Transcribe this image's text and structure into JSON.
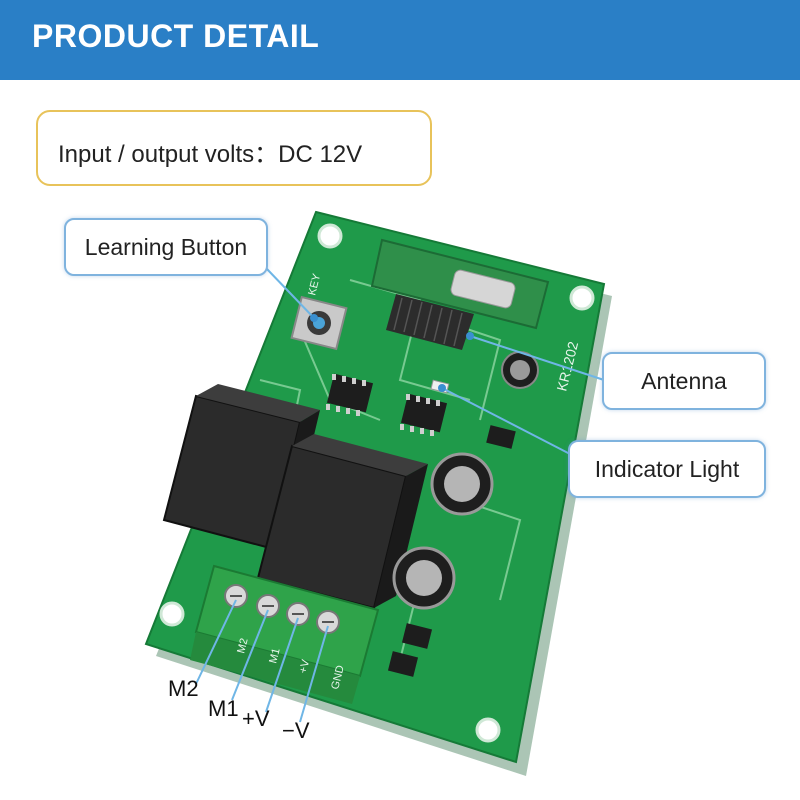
{
  "header": {
    "title": "PRODUCT DETAIL",
    "background": "#2a7fc6"
  },
  "spec": {
    "text": "Input / output volts：DC 12V",
    "border_color": "#e8c35a"
  },
  "callouts": {
    "learning_button": "Learning Button",
    "antenna": "Antenna",
    "indicator_light": "Indicator Light"
  },
  "terminals": {
    "m2": "M2",
    "m1": "M1",
    "plus_v": "+V",
    "minus_v": "−V"
  },
  "board": {
    "pcb_color": "#1f9a4a",
    "relay_color": "#2b2b2b",
    "terminal_block_color": "#2fa34a",
    "model_text": "KR1202",
    "key_text": "KEY",
    "port_labels": [
      "M2",
      "M1",
      "+V",
      "GND"
    ]
  }
}
